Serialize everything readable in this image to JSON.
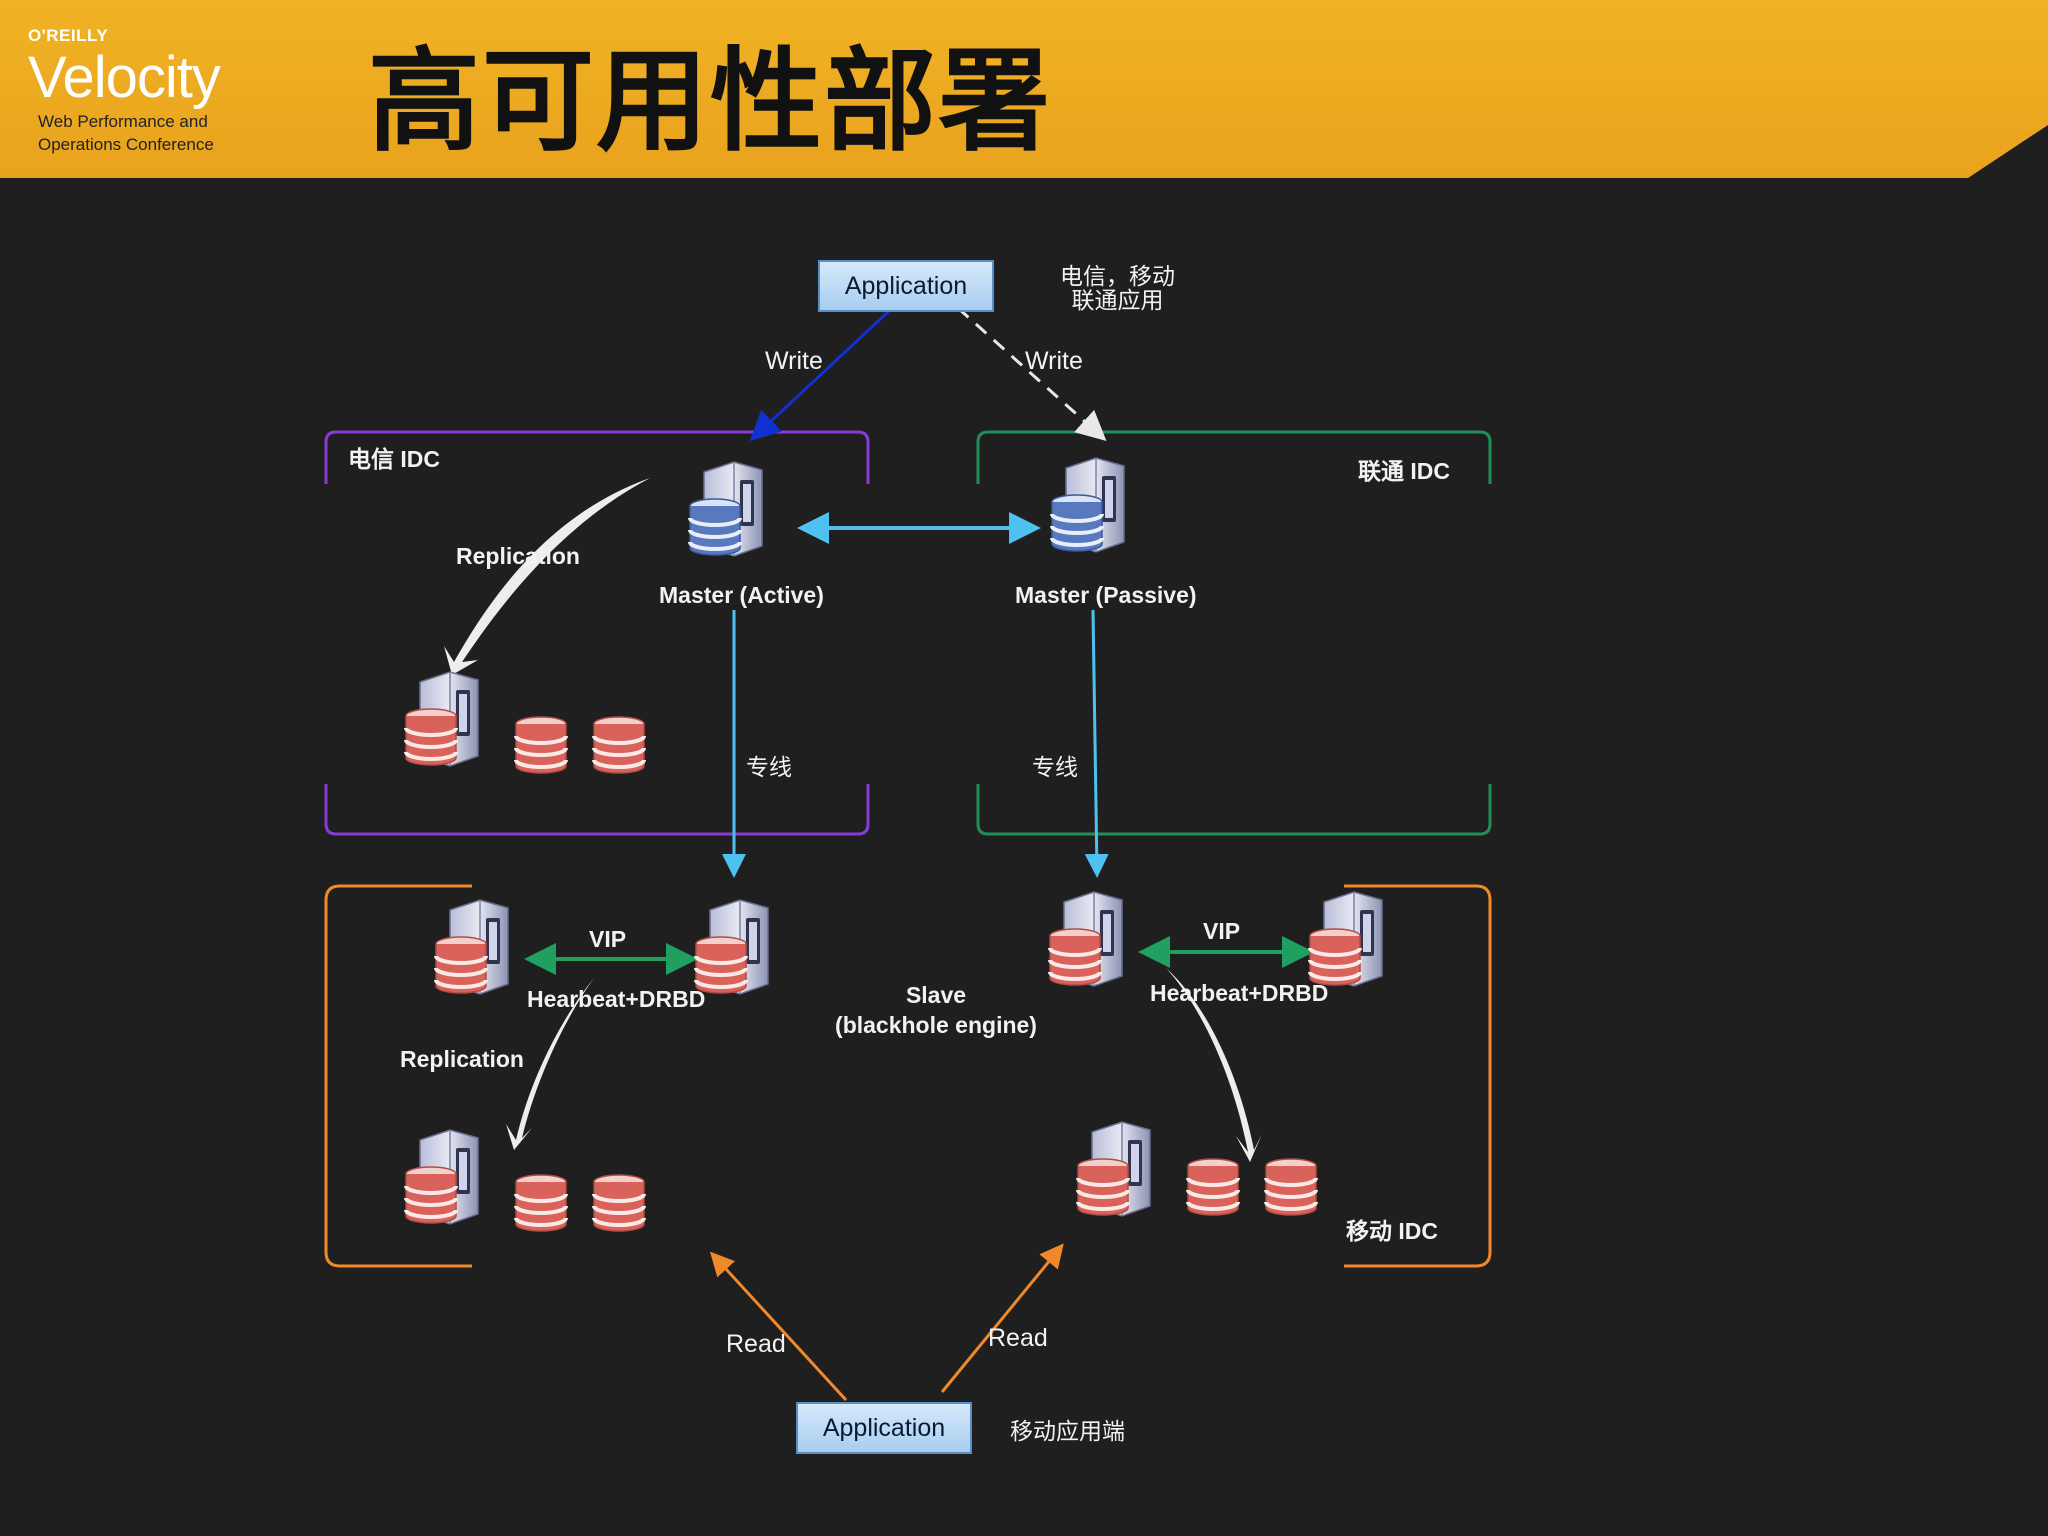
{
  "header": {
    "logo": {
      "publisher": "O'REILLY",
      "brand": "Velocity",
      "tagline_line1": "Web Performance and",
      "tagline_line2": "Operations Conference"
    },
    "title": "高可用性部署"
  },
  "colors": {
    "header_bg": "#eaa71f",
    "background": "#1f1f1f",
    "telecom_idc_border": "#8a3ad6",
    "unicom_idc_border": "#1f8f5c",
    "mobile_idc_border": "#f0892a",
    "replication_link": "#4fc1f0",
    "write_arrow": "#1030d0",
    "vip_arrow": "#20a060",
    "read_arrow": "#f0892a"
  },
  "diagram": {
    "app_top": {
      "label": "Application",
      "note_line1": "电信，移动",
      "note_line2": "联通应用"
    },
    "write_left": "Write",
    "write_right": "Write",
    "telecom_idc": {
      "label": "电信 IDC",
      "replication": "Replication",
      "master": "Master (Active)"
    },
    "unicom_idc": {
      "label": "联通 IDC",
      "master": "Master (Passive)"
    },
    "leased_line_left": "专线",
    "leased_line_right": "专线",
    "left_lower": {
      "vip": "VIP",
      "heartbeat": "Hearbeat+DRBD",
      "replication": "Replication"
    },
    "right_lower": {
      "vip": "VIP",
      "heartbeat": "Hearbeat+DRBD",
      "label": "移动 IDC"
    },
    "slave_line1": "Slave",
    "slave_line2": "(blackhole engine)",
    "read_left": "Read",
    "read_right": "Read",
    "app_bottom": {
      "label": "Application",
      "note": "移动应用端"
    }
  }
}
